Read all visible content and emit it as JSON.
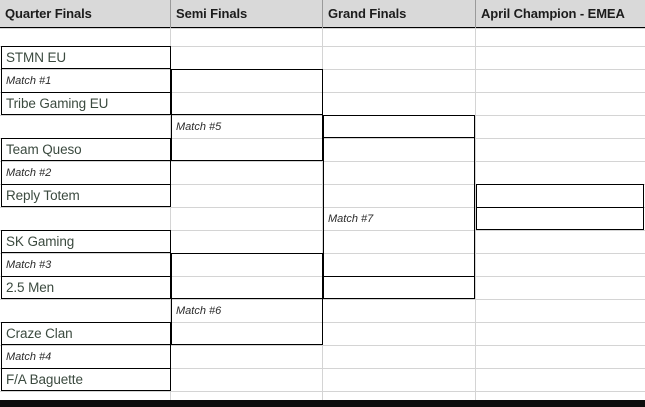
{
  "bracket": {
    "title_row": {
      "columns": [
        {
          "label": "Quarter Finals"
        },
        {
          "label": "Semi Finals"
        },
        {
          "label": "Grand Finals"
        },
        {
          "label": "April Champion - EMEA"
        }
      ]
    },
    "quarter_finals": [
      {
        "team_top": "STMN EU",
        "match": "Match #1",
        "team_bottom": "Tribe Gaming EU"
      },
      {
        "team_top": "Team Queso",
        "match": "Match #2",
        "team_bottom": "Reply Totem"
      },
      {
        "team_top": "SK Gaming",
        "match": "Match #3",
        "team_bottom": "2.5 Men"
      },
      {
        "team_top": "Craze Clan",
        "match": "Match #4",
        "team_bottom": "F/A Baguette"
      }
    ],
    "semi_finals": [
      {
        "match": "Match #5",
        "winner": ""
      },
      {
        "match": "Match #6",
        "winner": ""
      }
    ],
    "grand_finals": [
      {
        "match": "Match #7",
        "winner": ""
      }
    ],
    "champion": {
      "winner": ""
    },
    "colors": {
      "header_background": "#d9d9d9",
      "header_text": "#1c1c1c",
      "gridline": "#d4d4d4",
      "bracket_line": "#000000",
      "team_text": "#3b4a3f",
      "match_text": "#2b2b2b",
      "page_background": "#ffffff",
      "footer_rule": "#0d0d0d"
    }
  }
}
